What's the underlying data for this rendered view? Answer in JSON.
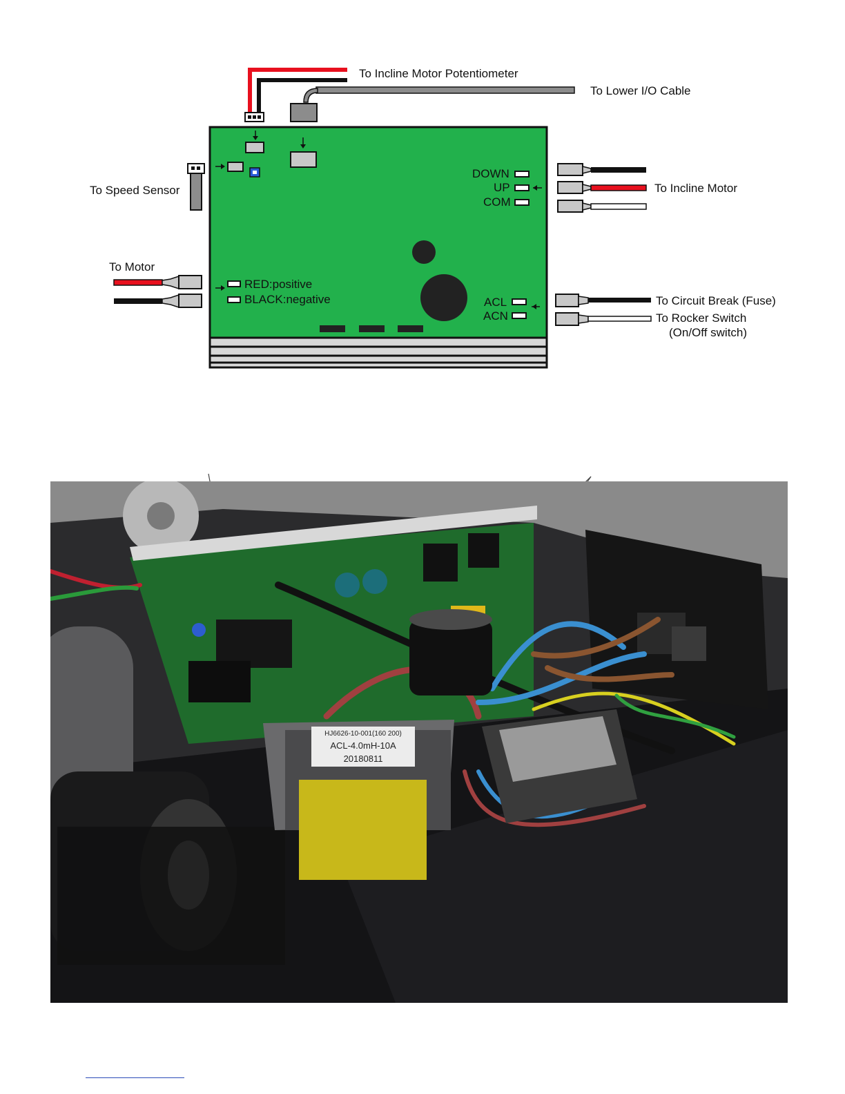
{
  "diagram": {
    "labels": {
      "incline_pot": "To Incline Motor Potentiometer",
      "lower_io": "To Lower I/O Cable",
      "speed_sensor": "To Speed Sensor",
      "incline_motor": "To Incline Motor",
      "motor": "To Motor",
      "circuit_break": "To Circuit Break (Fuse)",
      "rocker_switch": "To Rocker Switch",
      "rocker_switch_sub": "(On/Off switch)"
    },
    "pins": {
      "down": "DOWN",
      "up": "UP",
      "com": "COM",
      "acl": "ACL",
      "acn": "ACN",
      "red": "RED:positive",
      "black": "BLACK:negative"
    },
    "colors": {
      "board": "#22b14c",
      "red_wire": "#e8101e",
      "black_wire": "#111111",
      "cable_gray": "#8c8c8c",
      "connector_gray": "#c8c8c8"
    }
  },
  "photo": {
    "label_printed": "HJ6626-10-001(160 200)",
    "label_model": "ACL-4.0mH-10A",
    "label_date": "20180811"
  },
  "icons": [
    "motor-icon",
    "inductor-icon",
    "capacitor-icon",
    "wire-harness-icon"
  ]
}
